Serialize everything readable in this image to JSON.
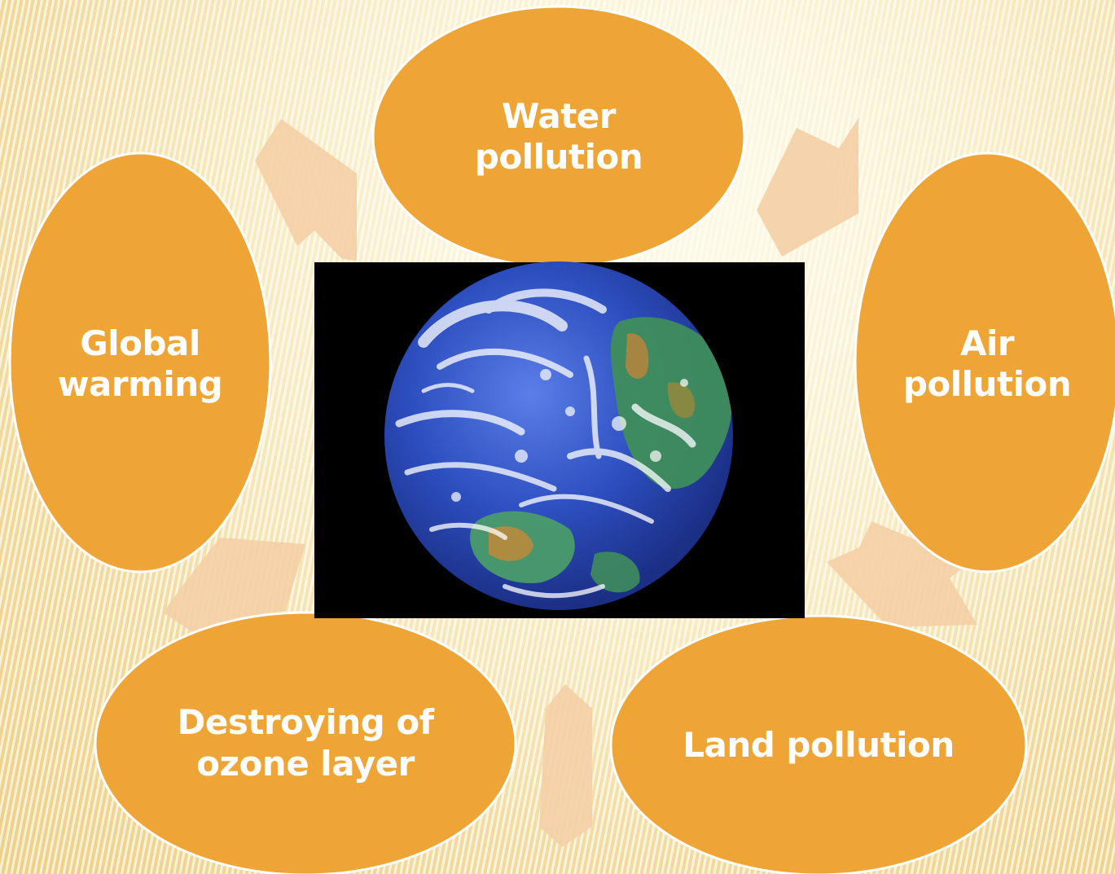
{
  "colors": {
    "node_fill": "#efa535",
    "node_stroke": "#ffffff",
    "arrow_fill": "#f4cfa6",
    "label_color": "#ffffff",
    "image_background": "#000000",
    "earth_ocean": "#2d4fc0",
    "earth_land": "#3d8f5a"
  },
  "center_image": {
    "icon": "earth-globe-icon"
  },
  "nodes": [
    {
      "id": "water",
      "label": "Water\npollution"
    },
    {
      "id": "air",
      "label": "Air\npollution"
    },
    {
      "id": "land",
      "label": "Land pollution"
    },
    {
      "id": "ozone",
      "label": "Destroying of\nozone layer"
    },
    {
      "id": "warming",
      "label": "Global\nwarming"
    }
  ],
  "cycle_direction": "clockwise"
}
